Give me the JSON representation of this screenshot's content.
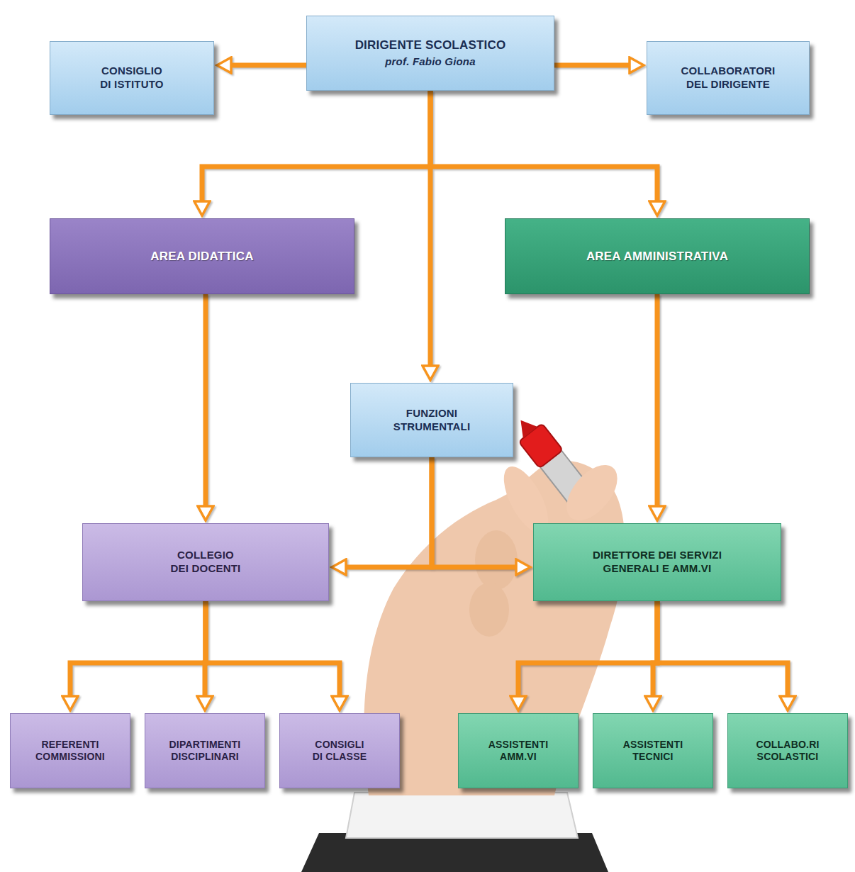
{
  "diagram": {
    "nodes": [
      {
        "text": [
          "DIRIGENTE SCOLASTICO",
          "prof. Fabio Giona"
        ]
      },
      {
        "text": [
          "CONSIGLIO DI ISTITUTO"
        ]
      },
      {
        "text": [
          "COLLABORATORI DEL DIRIGENTE"
        ]
      },
      {
        "text": [
          "AREA DIDATTICA"
        ]
      },
      {
        "text": [
          "AREA AMMINISTRATIVA"
        ]
      },
      {
        "text": [
          "FUNZIONI STRUMENTALI"
        ]
      },
      {
        "text": [
          "COLLEGIO DEI DOCENTI"
        ]
      },
      {
        "text": [
          "DIRETTORE DEI SERVIZI GENERALI E AMM.VI"
        ]
      },
      {
        "text": [
          "REFERENTI COMMISSIONI"
        ]
      },
      {
        "text": [
          "DIPARTIMENTI DISCIPLINARI"
        ]
      },
      {
        "text": [
          "CONSIGLI DI CLASSE"
        ]
      },
      {
        "text": [
          "ASSISTENTI AMM.VI"
        ]
      },
      {
        "text": [
          "ASSISTENTI TECNICI"
        ]
      },
      {
        "text": [
          "COLLABO.RI SCOLASTICI"
        ]
      }
    ],
    "edges": [
      {
        "from": 0,
        "to": 1,
        "arrow": "to"
      },
      {
        "from": 0,
        "to": 2,
        "arrow": "to"
      },
      {
        "from": 0,
        "to": 3,
        "arrow": "to"
      },
      {
        "from": 0,
        "to": 4,
        "arrow": "to"
      },
      {
        "from": 0,
        "to": 5,
        "arrow": "to"
      },
      {
        "from": 3,
        "to": 6,
        "arrow": "to"
      },
      {
        "from": 4,
        "to": 7,
        "arrow": "to"
      },
      {
        "from": 5,
        "to": 6,
        "arrow": "to"
      },
      {
        "from": 5,
        "to": 7,
        "arrow": "to"
      },
      {
        "from": 6,
        "to": 8,
        "arrow": "to"
      },
      {
        "from": 6,
        "to": 9,
        "arrow": "to"
      },
      {
        "from": 6,
        "to": 10,
        "arrow": "to"
      },
      {
        "from": 7,
        "to": 11,
        "arrow": "to"
      },
      {
        "from": 7,
        "to": 12,
        "arrow": "to"
      },
      {
        "from": 7,
        "to": 13,
        "arrow": "to"
      }
    ]
  }
}
